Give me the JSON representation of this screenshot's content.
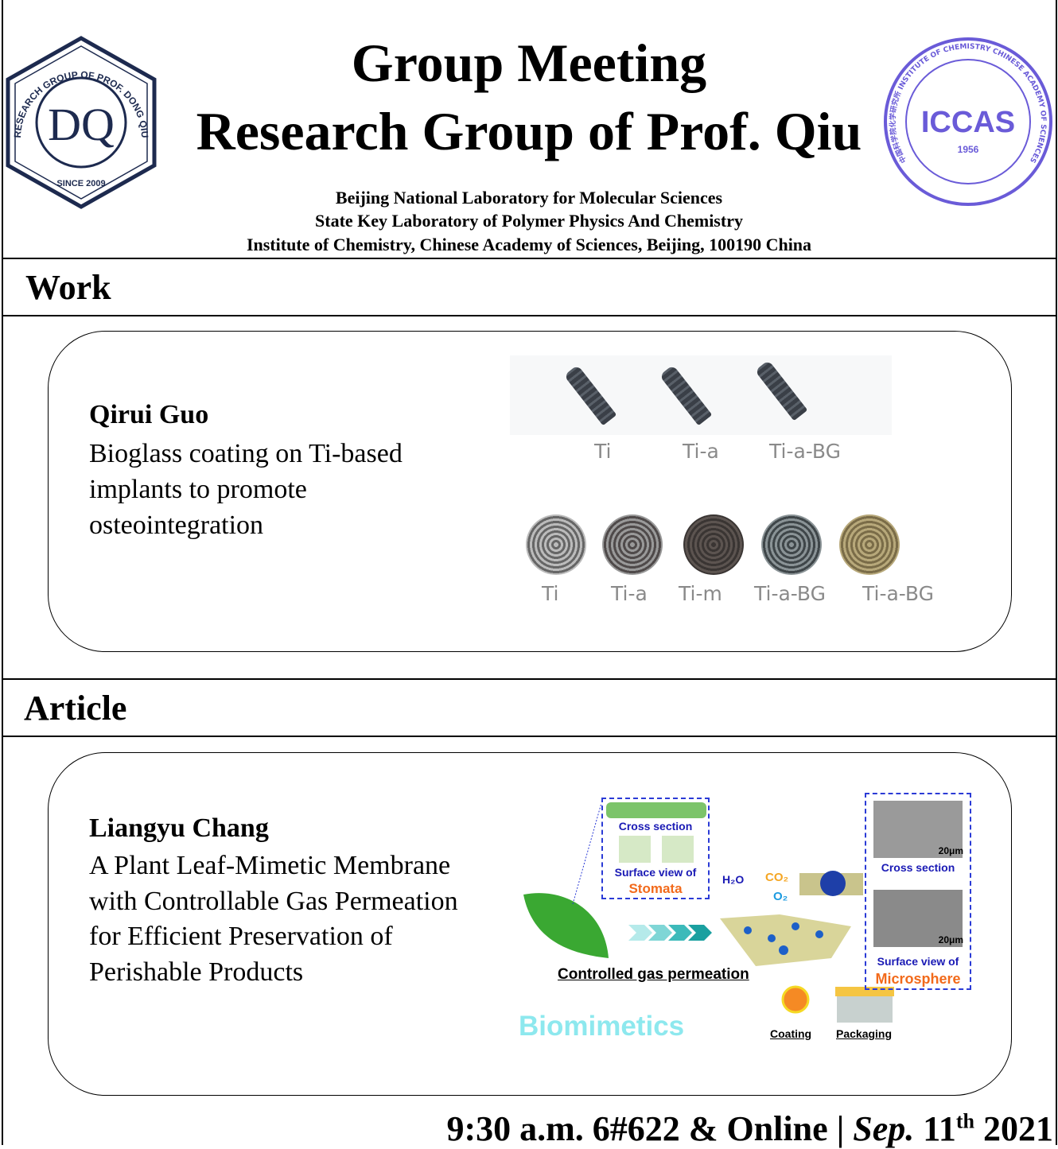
{
  "header": {
    "title1": "Group Meeting",
    "title2": "Research Group of Prof. Qiu",
    "affil1": "Beijing National Laboratory for Molecular Sciences",
    "affil2": "State Key Laboratory of Polymer Physics And Chemistry",
    "affil3": "Institute of Chemistry, Chinese Academy of Sciences, Beijing, 100190 China",
    "logo_left": {
      "ring": "RESEARCH GROUP OF PROF. DONG QIU",
      "since": "SINCE 2009",
      "mark": "DQ"
    },
    "logo_right": {
      "ring": "中国科学院化学研究所 INSTITUTE OF CHEMISTRY CHINESE ACADEMY OF SCIENCES",
      "name": "ICCAS",
      "year": "1956"
    }
  },
  "work": {
    "heading": "Work",
    "name": "Qirui Guo",
    "desc": [
      "Bioglass coating on Ti-based",
      "implants to promote",
      "osteointegration"
    ],
    "screw_labels": [
      "Ti",
      "Ti-a",
      "Ti-a-BG"
    ],
    "disc_labels": [
      "Ti",
      "Ti-a",
      "Ti-m",
      "Ti-a-BG",
      "Ti-a-BG"
    ]
  },
  "article": {
    "heading": "Article",
    "name": "Liangyu Chang",
    "desc": [
      "A Plant Leaf-Mimetic Membrane",
      "with Controllable Gas Permeation",
      "for Efficient Preservation of",
      "Perishable Products"
    ],
    "figure": {
      "cross_section": "Cross section",
      "surface_view": "Surface view of",
      "stomata": "Stomata",
      "h2o": "H₂O",
      "co2": "CO₂",
      "o2": "O₂",
      "controlled": "Controlled gas permeation",
      "biomimetics": "Biomimetics",
      "cross_section2": "Cross section",
      "scale": "20μm",
      "surface_view2": "Surface view of",
      "microsphere": "Microsphere",
      "coating": "Coating",
      "packaging": "Packaging"
    }
  },
  "footer": {
    "time": "9:30 a.m. 6#622 & Online | ",
    "date": "Sep.",
    "day": " 11",
    "sup": "th",
    "year": " 2021"
  }
}
